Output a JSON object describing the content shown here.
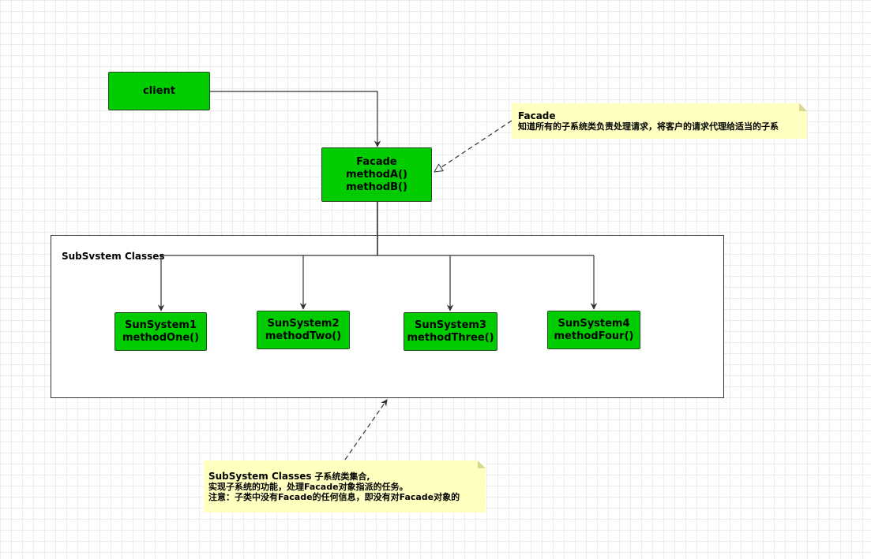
{
  "diagram": {
    "client": {
      "label": "client"
    },
    "facade": {
      "name": "Facade",
      "method_a": "methodA()",
      "method_b": "methodB()"
    },
    "subsystem_container": {
      "label": "SubSvstem Classes"
    },
    "subsystems": [
      {
        "name": "SunSystem1",
        "method": "methodOne()"
      },
      {
        "name": "SunSystem2",
        "method": "methodTwo()"
      },
      {
        "name": "SunSystem3",
        "method": "methodThree()"
      },
      {
        "name": "SunSystem4",
        "method": "methodFour()"
      }
    ],
    "facade_note": {
      "title": "Facade",
      "line1": "知道所有的子系统类负责处理请求，将客户的请求代理给适当的子系"
    },
    "subsystem_note": {
      "title_bold": "SubSystem Classes",
      "title_rest": " 子系统类集合,",
      "line1": "实现子系统的功能，处理Facade对象指派的任务。",
      "line2": "注意：子类中没有Facade的任何信息，即没有对Facade对象的"
    },
    "colors": {
      "node_fill": "#00cc00",
      "note_fill": "#ffffc0",
      "line": "#333333"
    }
  }
}
